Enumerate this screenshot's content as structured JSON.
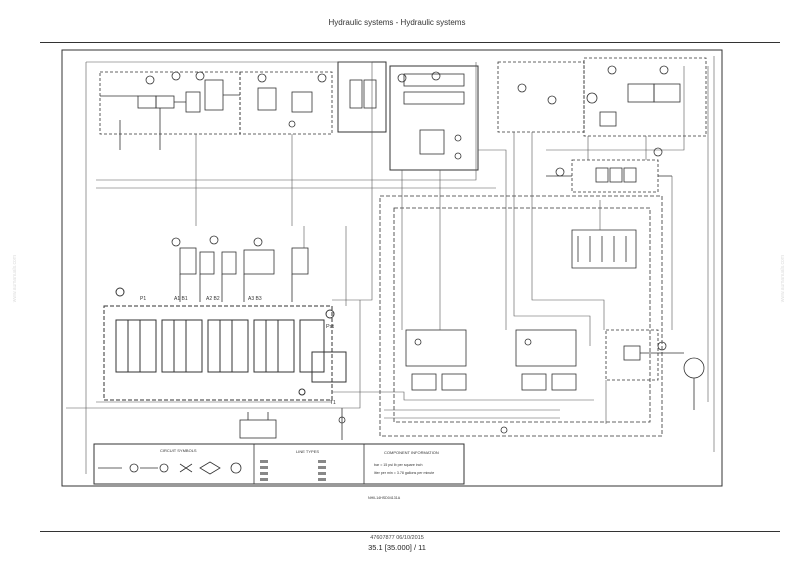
{
  "header": {
    "title": "Hydraulic systems - Hydraulic systems"
  },
  "footer": {
    "doc_id": "47607877 06/10/2015",
    "page": "35.1 [35.000] / 11"
  },
  "watermark": {
    "text": "www.aumanuals.com"
  },
  "legend": {
    "circuit_title": "CIRCUIT SYMBOLS",
    "lines_title": "LINE TYPES",
    "info_title": "COMPONENT INFORMATION",
    "info_line1": "bar = 15 psi lb per square inch",
    "info_line2": "liter per min = 3.78 gallons per minute",
    "drawing_ref": "NHIL14HSD04131A"
  },
  "labels": {
    "p1": "P1",
    "a1b1": "A1 B1",
    "a2b2": "A2 B2",
    "a3b3": "A3 B3",
    "pst": "Pst",
    "t1": "T1"
  }
}
